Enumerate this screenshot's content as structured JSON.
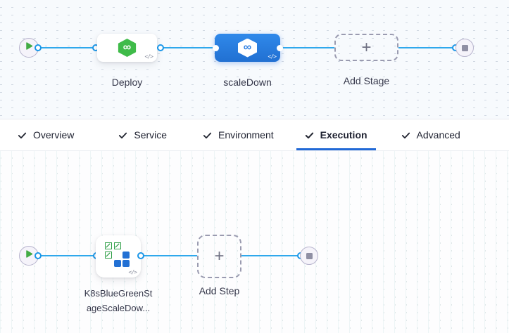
{
  "stage_pipeline": {
    "stages": [
      {
        "label": "Deploy",
        "icon": "cd-hexagon",
        "selected": false
      },
      {
        "label": "scaleDown",
        "icon": "cd-hexagon",
        "selected": true
      }
    ],
    "add_stage_label": "Add Stage"
  },
  "tabs": [
    {
      "label": "Overview",
      "completed": true,
      "active": false
    },
    {
      "label": "Service",
      "completed": true,
      "active": false
    },
    {
      "label": "Environment",
      "completed": true,
      "active": false
    },
    {
      "label": "Execution",
      "completed": true,
      "active": true
    },
    {
      "label": "Advanced",
      "completed": true,
      "active": false
    }
  ],
  "execution_graph": {
    "step_label_line1": "K8sBlueGreenSt",
    "step_label_line2": "ageScaleDow...",
    "add_step_label": "Add Step"
  },
  "icons": {
    "cd_infinity": "∞",
    "code_toggle": "</>",
    "plus": "+"
  },
  "colors": {
    "edge": "#2fa8ec",
    "selected_stage_top": "#3089ea",
    "selected_stage_bottom": "#2170d2",
    "cd_green": "#3fbb49",
    "tab_underline": "#2169d6",
    "k8s_green": "#2f9e47",
    "k8s_blue": "#2270d4"
  }
}
